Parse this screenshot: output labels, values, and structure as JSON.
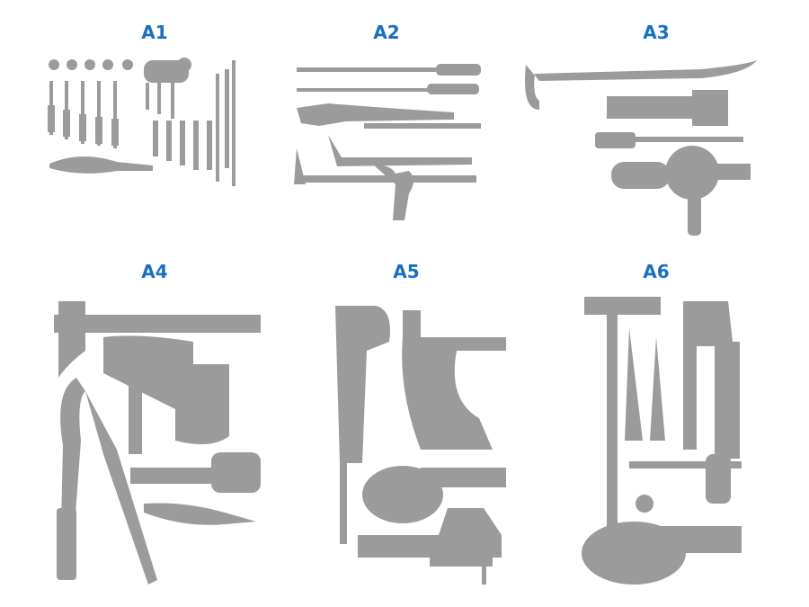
{
  "panels": [
    {
      "label": "A1"
    },
    {
      "label": "A2"
    },
    {
      "label": "A3"
    },
    {
      "label": "A4"
    },
    {
      "label": "A5"
    },
    {
      "label": "A6"
    }
  ],
  "colors": {
    "label": "#1a6fc0",
    "silhouette": "#9b9b9b"
  }
}
